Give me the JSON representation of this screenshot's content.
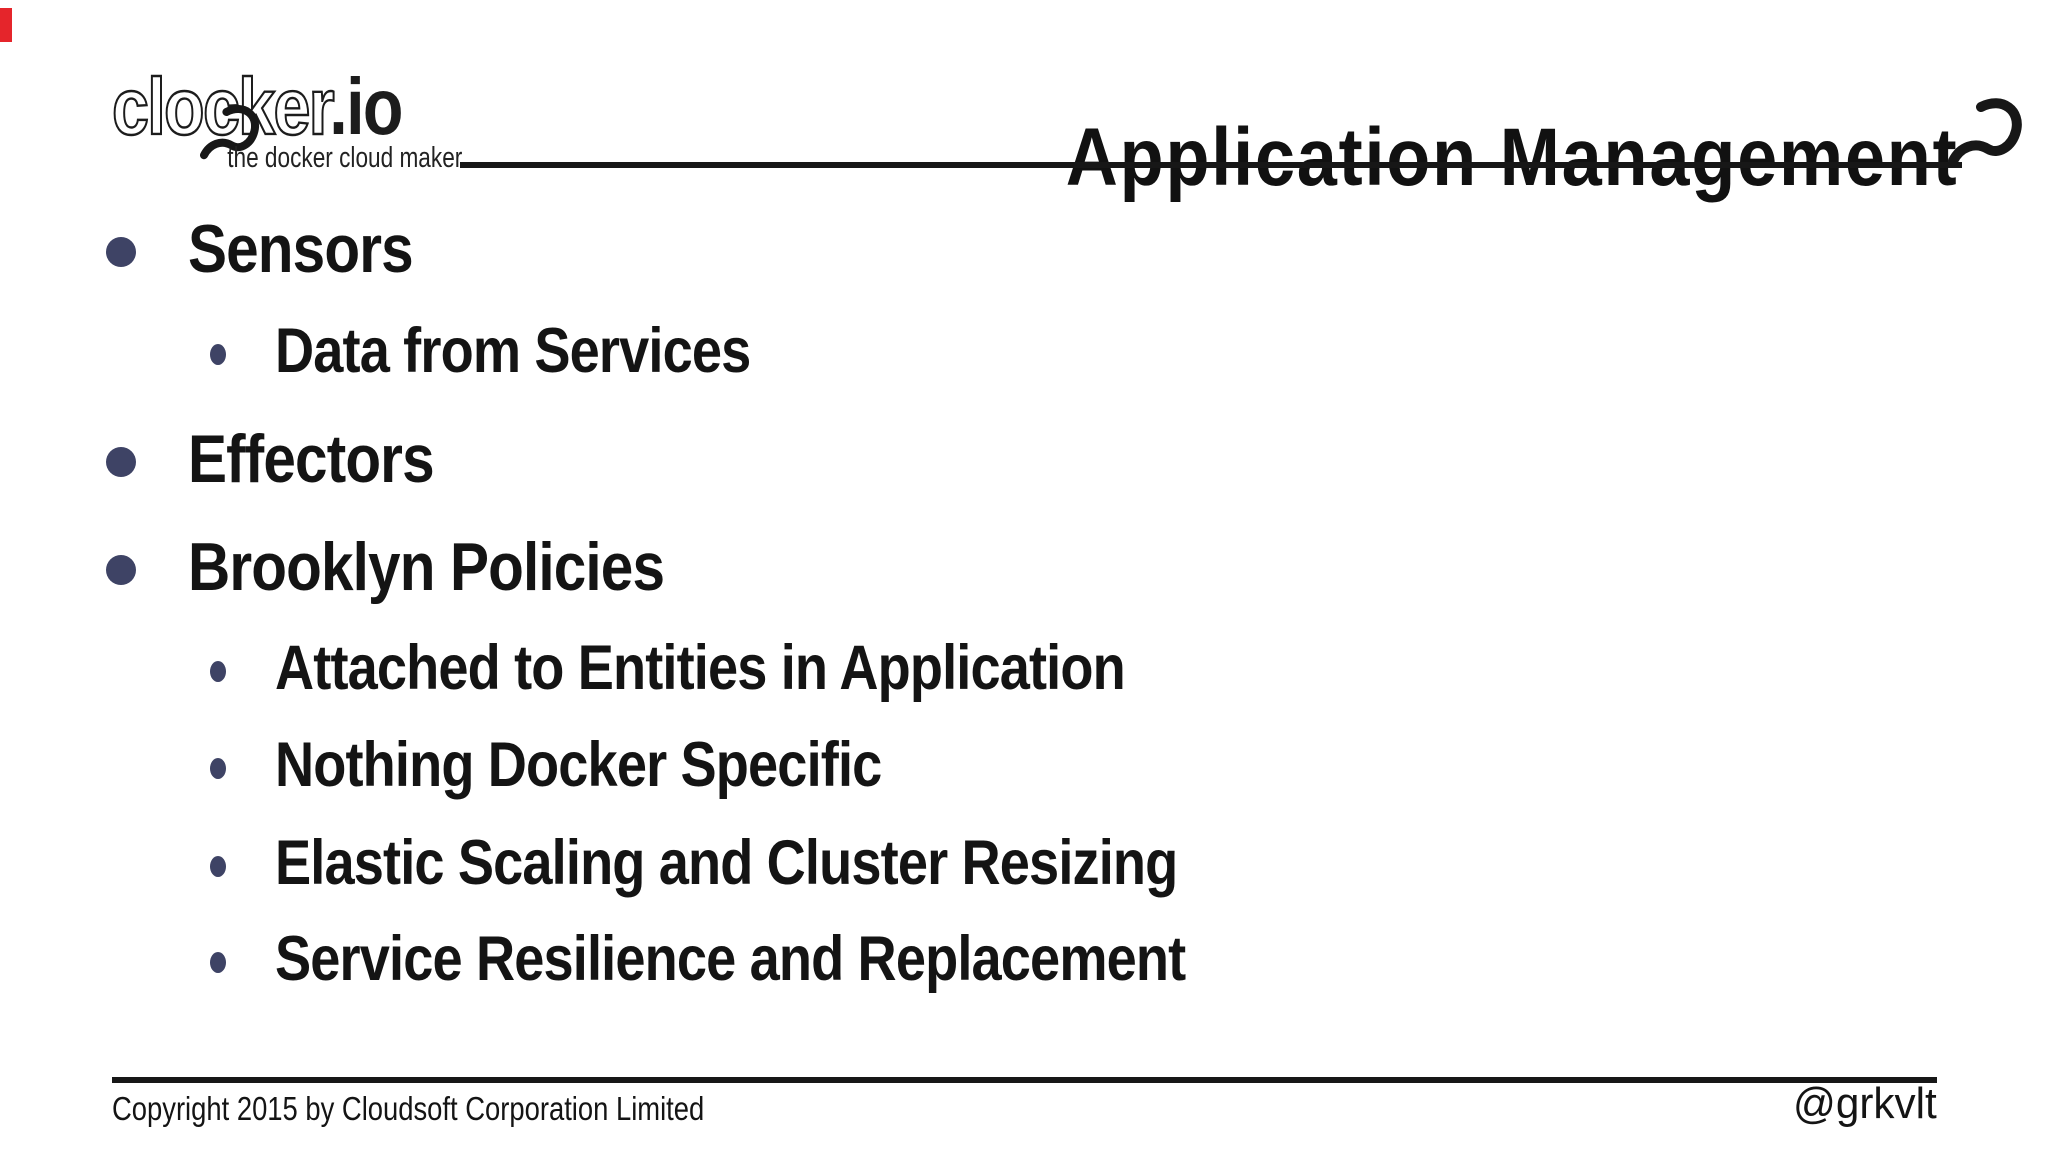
{
  "logo": {
    "brand": "clocker",
    "suffix": ".io",
    "tagline": "the docker cloud maker"
  },
  "header": {
    "title": "Application Management"
  },
  "bullets": [
    {
      "level": 1,
      "text": "Sensors"
    },
    {
      "level": 2,
      "text": "Data from Services"
    },
    {
      "level": 1,
      "text": "Effectors"
    },
    {
      "level": 1,
      "text": "Brooklyn Policies"
    },
    {
      "level": 2,
      "text": "Attached to Entities in Application"
    },
    {
      "level": 2,
      "text": "Nothing Docker Specific"
    },
    {
      "level": 2,
      "text": "Elastic Scaling and Cluster Resizing"
    },
    {
      "level": 2,
      "text": "Service Resilience and Replacement"
    }
  ],
  "footer": {
    "copyright": "Copyright 2015 by Cloudsoft Corporation Limited",
    "handle": "@grkvlt"
  },
  "icons": {
    "logo_curl": "cloud-curl-icon",
    "title_curl": "cloud-curl-icon"
  },
  "colors": {
    "bullet_dot": "#3e4365",
    "text": "#141414",
    "rule": "#171717",
    "red_marker": "#e5252b"
  }
}
